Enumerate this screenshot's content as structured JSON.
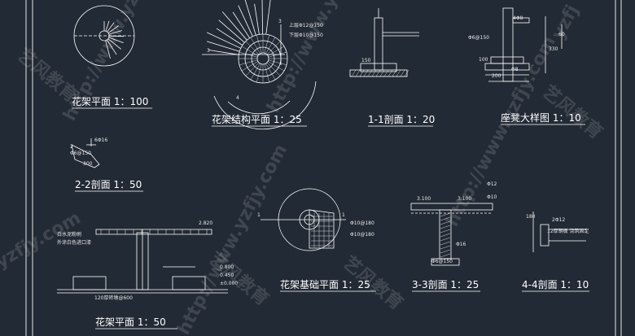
{
  "drawing": {
    "titles": {
      "plan_100": "花架平面 1：100",
      "structure_plan": "花架结构平面 1：25",
      "section_1_1": "1-1剖面 1：20",
      "bench_detail": "座凳大样图 1：10",
      "section_2_2": "2-2剖面 1：50",
      "foundation_plan": "花架基础平面 1：25",
      "section_3_3": "3-3剖面 1：25",
      "section_4_4": "4-4剖面 1：10",
      "plan_50": "花架平面 1：50"
    },
    "annotations": {
      "upper_rebar": "上层Φ12@150",
      "lower_rebar": "下层Φ10@150",
      "phi6_150_a": "Φ6@150",
      "phi6_150_b": "Φ6@150",
      "phi6_150_c": "Φ6@150",
      "phi16": "6Φ16",
      "phi10_180": "Φ10@180",
      "phi10_180b": "Φ10@180",
      "phi12": "Φ12",
      "phi10": "Φ10",
      "phi16b": "Φ16",
      "phi8": "Φ8",
      "two_phi12": "2Φ12",
      "four_phi8": "4Φ8",
      "cement_plaster": "白水泥粉刷",
      "white_paint": "外涂白色进口漆",
      "brick_base": "120厚砖墩@600",
      "bar_note": "12厚钢板 浇筑固定",
      "elev_2820": "2.820",
      "elev_0800": "0.800",
      "elev_0450": "0.450",
      "elev_0000": "±0.000",
      "dim_3100": "3.100",
      "dim_3100b": "3.100",
      "dim_300": "300",
      "dim_100": "100",
      "dim_200": "200",
      "dim_150": "150",
      "dim_330": "330",
      "dim_60": "60",
      "dim_180": "180",
      "dim_1a": "1",
      "dim_1b": "1",
      "dim_3": "3",
      "dim_3b": "3",
      "dim_4": "4",
      "dim_2": "2"
    },
    "watermarks": {
      "url": "http://www.yzfjy.com",
      "brand": "艺风教育",
      "url_short": "yzfjy.com",
      "url_side": "yzfj"
    }
  },
  "colors": {
    "background": "#222a35",
    "lines": "#ffffff",
    "border": "#e6e6e6"
  }
}
